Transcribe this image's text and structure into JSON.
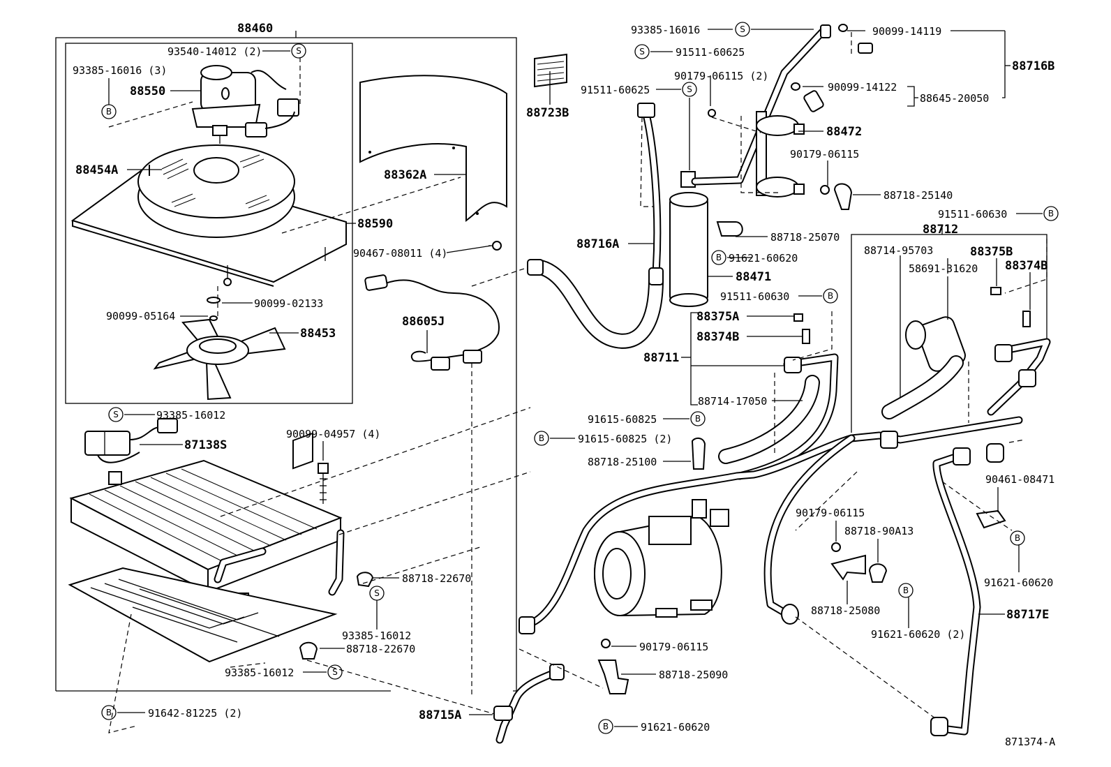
{
  "diagram_id": "871374-A",
  "symbol_s": "S",
  "symbol_b": "B",
  "labels": {
    "p88460": "88460",
    "p93540_14012": "93540-14012 (2)",
    "p93385_16016_3": "93385-16016 (3)",
    "p88550": "88550",
    "p88454A": "88454A",
    "p88590": "88590",
    "p90099_02133": "90099-02133",
    "p90099_05164": "90099-05164",
    "p88453": "88453",
    "p88362A": "88362A",
    "p90467_08011": "90467-08011 (4)",
    "p88723B": "88723B",
    "p88605J": "88605J",
    "p93385_16012_a": "93385-16012",
    "p87138S": "87138S",
    "p90099_04957": "90099-04957 (4)",
    "p88718_22670_a": "88718-22670",
    "p93385_16012_b": "93385-16012",
    "p88718_22670_b": "88718-22670",
    "p93385_16012_c": "93385-16012",
    "p91642_81225": "91642-81225 (2)",
    "p88715A": "88715A",
    "p93385_16016": "93385-16016",
    "p91511_60625_a": "91511-60625",
    "p90179_06115_2": "90179-06115 (2)",
    "p91511_60625_b": "91511-60625",
    "p88716A": "88716A",
    "p88718_25070": "88718-25070",
    "p91621_60620_a": "91621-60620",
    "p88471": "88471",
    "p91511_60630_a": "91511-60630",
    "p88375A": "88375A",
    "p88374B_a": "88374B",
    "p88711": "88711",
    "p88714_17050": "88714-17050",
    "p91615_60825_a": "91615-60825",
    "p91615_60825_b": "91615-60825 (2)",
    "p88718_25100": "88718-25100",
    "p90179_06115_b": "90179-06115",
    "p88718_25090": "88718-25090",
    "p91621_60620_b": "91621-60620",
    "p90099_14119": "90099-14119",
    "p88716B": "88716B",
    "p90099_14122": "90099-14122",
    "p88645_20050": "88645-20050",
    "p88472": "88472",
    "p90179_06115_c": "90179-06115",
    "p88718_25140": "88718-25140",
    "p91511_60630_b": "91511-60630",
    "p88712": "88712",
    "p88714_95703": "88714-95703",
    "p88375B": "88375B",
    "p58691_31620": "58691-31620",
    "p88374B_b": "88374B",
    "p90461_08471": "90461-08471",
    "p90179_06115_d": "90179-06115",
    "p88718_90A13": "88718-90A13",
    "p91621_60620_c": "91621-60620",
    "p88718_25080": "88718-25080",
    "p91621_60620_2": "91621-60620 (2)",
    "p88717E": "88717E"
  }
}
